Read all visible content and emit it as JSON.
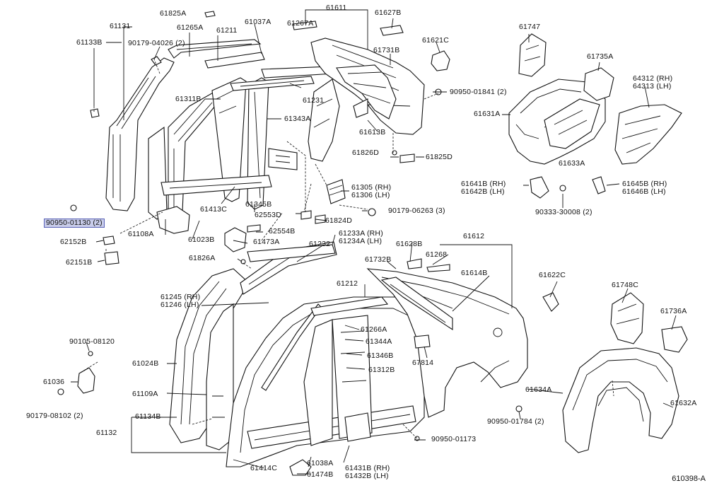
{
  "diagram": {
    "figure_ref": "610398-A",
    "highlighted_part": "90950-01130 (2)",
    "labels": [
      {
        "id": "61825A",
        "lines": [
          "61825A"
        ]
      },
      {
        "id": "61611",
        "lines": [
          "61611"
        ]
      },
      {
        "id": "61627B",
        "lines": [
          "61627B"
        ]
      },
      {
        "id": "61747",
        "lines": [
          "61747"
        ]
      },
      {
        "id": "61131",
        "lines": [
          "61131"
        ]
      },
      {
        "id": "61265A",
        "lines": [
          "61265A"
        ]
      },
      {
        "id": "61211",
        "lines": [
          "61211"
        ]
      },
      {
        "id": "61037A",
        "lines": [
          "61037A"
        ]
      },
      {
        "id": "61267A",
        "lines": [
          "61267A"
        ]
      },
      {
        "id": "61133B",
        "lines": [
          "61133B"
        ]
      },
      {
        "id": "90179-04026",
        "lines": [
          "90179-04026 (2)"
        ]
      },
      {
        "id": "61621C",
        "lines": [
          "61621C"
        ]
      },
      {
        "id": "61731B",
        "lines": [
          "61731B"
        ]
      },
      {
        "id": "61735A",
        "lines": [
          "61735A"
        ]
      },
      {
        "id": "64312",
        "lines": [
          "64312 (RH)",
          "64313 (LH)"
        ]
      },
      {
        "id": "90950-01841",
        "lines": [
          "90950-01841 (2)"
        ]
      },
      {
        "id": "61311B",
        "lines": [
          "61311B"
        ]
      },
      {
        "id": "61231",
        "lines": [
          "61231"
        ]
      },
      {
        "id": "61631A",
        "lines": [
          "61631A"
        ]
      },
      {
        "id": "61343A",
        "lines": [
          "61343A"
        ]
      },
      {
        "id": "61613B",
        "lines": [
          "61613B"
        ]
      },
      {
        "id": "61826D",
        "lines": [
          "61826D"
        ]
      },
      {
        "id": "61825D",
        "lines": [
          "61825D"
        ]
      },
      {
        "id": "61633A",
        "lines": [
          "61633A"
        ]
      },
      {
        "id": "61305",
        "lines": [
          "61305 (RH)",
          "61306 (LH)"
        ]
      },
      {
        "id": "61641B",
        "lines": [
          "61641B (RH)",
          "61642B (LH)"
        ]
      },
      {
        "id": "61645B",
        "lines": [
          "61645B (RH)",
          "61646B (LH)"
        ]
      },
      {
        "id": "61413C",
        "lines": [
          "61413C"
        ]
      },
      {
        "id": "61345B",
        "lines": [
          "61345B"
        ]
      },
      {
        "id": "62553D",
        "lines": [
          "62553D"
        ]
      },
      {
        "id": "90179-06263",
        "lines": [
          "90179-06263 (3)"
        ]
      },
      {
        "id": "90333-30008",
        "lines": [
          "90333-30008 (2)"
        ]
      },
      {
        "id": "90950-01130",
        "lines": [
          "90950-01130 (2)"
        ]
      },
      {
        "id": "61824D",
        "lines": [
          "61824D"
        ]
      },
      {
        "id": "61108A",
        "lines": [
          "61108A"
        ]
      },
      {
        "id": "62554B",
        "lines": [
          "62554B"
        ]
      },
      {
        "id": "61233A",
        "lines": [
          "61233A (RH)",
          "61234A (LH)"
        ]
      },
      {
        "id": "61612",
        "lines": [
          "61612"
        ]
      },
      {
        "id": "62152B",
        "lines": [
          "62152B"
        ]
      },
      {
        "id": "61023B",
        "lines": [
          "61023B"
        ]
      },
      {
        "id": "61473A",
        "lines": [
          "61473A"
        ]
      },
      {
        "id": "61232",
        "lines": [
          "61232"
        ]
      },
      {
        "id": "61628B",
        "lines": [
          "61628B"
        ]
      },
      {
        "id": "61268",
        "lines": [
          "61268"
        ]
      },
      {
        "id": "62151B",
        "lines": [
          "62151B"
        ]
      },
      {
        "id": "61826A",
        "lines": [
          "61826A"
        ]
      },
      {
        "id": "61732B",
        "lines": [
          "61732B"
        ]
      },
      {
        "id": "61614B",
        "lines": [
          "61614B"
        ]
      },
      {
        "id": "61622C",
        "lines": [
          "61622C"
        ]
      },
      {
        "id": "61212",
        "lines": [
          "61212"
        ]
      },
      {
        "id": "61748C",
        "lines": [
          "61748C"
        ]
      },
      {
        "id": "61245",
        "lines": [
          "61245 (RH)",
          "61246 (LH)"
        ]
      },
      {
        "id": "61736A",
        "lines": [
          "61736A"
        ]
      },
      {
        "id": "61266A",
        "lines": [
          "61266A"
        ]
      },
      {
        "id": "90105-08120",
        "lines": [
          "90105-08120"
        ]
      },
      {
        "id": "61344A",
        "lines": [
          "61344A"
        ]
      },
      {
        "id": "61346B",
        "lines": [
          "61346B"
        ]
      },
      {
        "id": "61024B",
        "lines": [
          "61024B"
        ]
      },
      {
        "id": "67814",
        "lines": [
          "67814"
        ]
      },
      {
        "id": "61312B",
        "lines": [
          "61312B"
        ]
      },
      {
        "id": "61036",
        "lines": [
          "61036"
        ]
      },
      {
        "id": "61109A",
        "lines": [
          "61109A"
        ]
      },
      {
        "id": "61634A",
        "lines": [
          "61634A"
        ]
      },
      {
        "id": "61632A",
        "lines": [
          "61632A"
        ]
      },
      {
        "id": "90179-08102",
        "lines": [
          "90179-08102 (2)"
        ]
      },
      {
        "id": "61134B",
        "lines": [
          "61134B"
        ]
      },
      {
        "id": "90950-01784",
        "lines": [
          "90950-01784 (2)"
        ]
      },
      {
        "id": "61132",
        "lines": [
          "61132"
        ]
      },
      {
        "id": "90950-01173",
        "lines": [
          "90950-01173"
        ]
      },
      {
        "id": "61038A",
        "lines": [
          "61038A"
        ]
      },
      {
        "id": "61414C",
        "lines": [
          "61414C"
        ]
      },
      {
        "id": "61431B",
        "lines": [
          "61431B (RH)",
          "61432B (LH)"
        ]
      },
      {
        "id": "61474B",
        "lines": [
          "61474B"
        ]
      }
    ]
  }
}
